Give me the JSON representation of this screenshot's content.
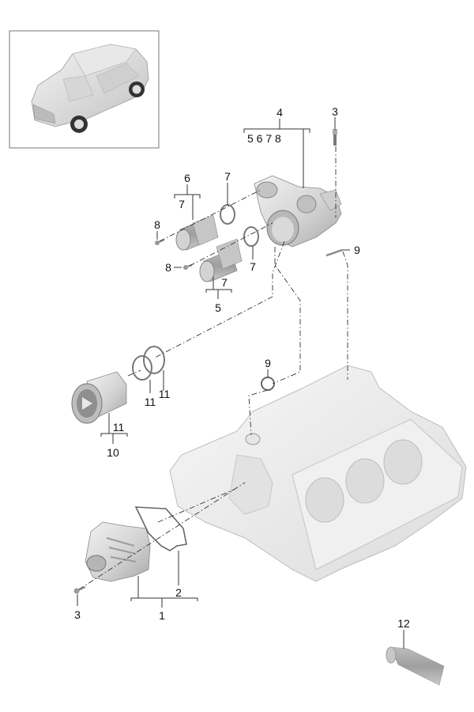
{
  "title": "Water pump / coolant thermostat housing exploded view",
  "thumbnail": {
    "subject": "vehicle-thumbnail"
  },
  "labels": {
    "l1": "1",
    "l2": "2",
    "l3_top": "3",
    "l3_bottom": "3",
    "l4": "4",
    "l4_sub": "5 6 7 8",
    "l5": "5",
    "l5_sub": "7",
    "l6": "6",
    "l6_sub": "7",
    "l7_a": "7",
    "l7_b": "7",
    "l8_a": "8",
    "l8_b": "8",
    "l9_a": "9",
    "l9_b": "9",
    "l10": "10",
    "l10_sub": "11",
    "l11_a": "11",
    "l11_b": "11",
    "l12": "12"
  },
  "colors": {
    "part_light": "#e6e6e6",
    "part_mid": "#c8c8c8",
    "part_dark": "#9a9a9a",
    "frame": "#777777"
  }
}
